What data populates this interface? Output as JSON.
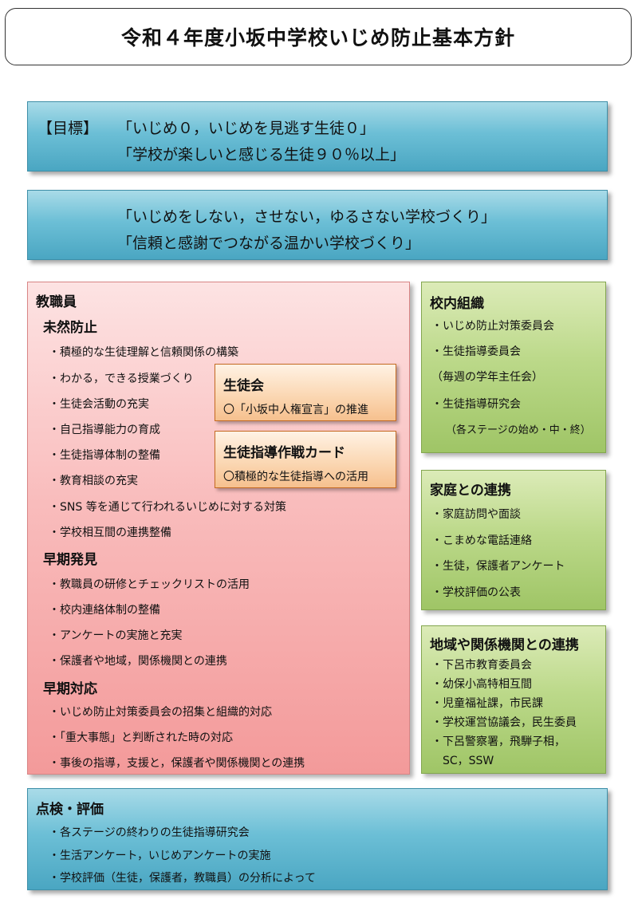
{
  "title": "令和４年度小坂中学校いじめ防止基本方針",
  "goal": {
    "label": "【目標】",
    "lines": [
      "「いじめ０，いじめを見逃す生徒０」",
      "「学校が楽しいと感じる生徒９０％以上」"
    ]
  },
  "motto": {
    "lines": [
      "「いじめをしない，させない，ゆるさない学校づくり」",
      "「信頼と感謝でつながる温かい学校づくり」"
    ]
  },
  "staff": {
    "heading": "教職員",
    "prevention": {
      "heading": "未然防止",
      "items": [
        "・積極的な生徒理解と信頼関係の構築",
        "・わかる，できる授業づくり",
        "・生徒会活動の充実",
        "・自己指導能力の育成",
        "・生徒指導体制の整備",
        "・教育相談の充実",
        "・SNS 等を通じて行われるいじめに対する対策",
        "・学校相互間の連携整備"
      ]
    },
    "early_detection": {
      "heading": "早期発見",
      "items": [
        "・教職員の研修とチェックリストの活用",
        "・校内連絡体制の整備",
        "・アンケートの実施と充実",
        "・保護者や地域，関係機関との連携"
      ]
    },
    "early_response": {
      "heading": "早期対応",
      "items": [
        "・いじめ防止対策委員会の招集と組織的対応",
        "・「重大事態」と判断された時の対応",
        "・事後の指導，支援と，保護者や関係機関との連携"
      ]
    }
  },
  "student_council": {
    "title": "生徒会",
    "text": "〇「小坂中人権宣言」の推進"
  },
  "guidance_card": {
    "title": "生徒指導作戦カード",
    "text": "〇積極的な生徒指導への活用"
  },
  "school_org": {
    "heading": "校内組織",
    "items": [
      "・いじめ防止対策委員会",
      "・生徒指導委員会",
      "（毎週の学年主任会）",
      "・生徒指導研究会",
      "（各ステージの始め・中・終）"
    ]
  },
  "home": {
    "heading": "家庭との連携",
    "items": [
      "・家庭訪問や面談",
      "・こまめな電話連絡",
      "・生徒，保護者アンケート",
      "・学校評価の公表"
    ]
  },
  "community": {
    "heading": "地域や関係機関との連携",
    "items": [
      "・下呂市教育委員会",
      "・幼保小高特相互間",
      "・児童福祉課，市民課",
      "・学校運営協議会，民生委員",
      "・下呂警察署，飛騨子相，",
      "SC，SSW"
    ]
  },
  "evaluation": {
    "heading": "点検・評価",
    "items": [
      "・各ステージの終わりの生徒指導研究会",
      "・生活アンケート，いじめアンケートの実施",
      "・学校評価（生徒，保護者，教職員）の分析によって"
    ]
  }
}
